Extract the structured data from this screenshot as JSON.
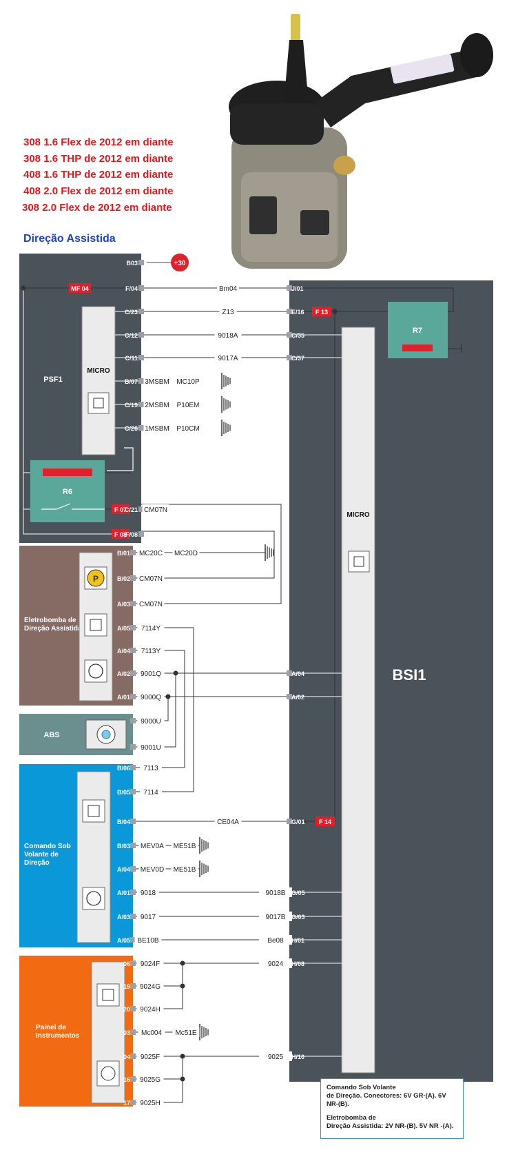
{
  "titles": [
    "308 1.6 Flex de 2012 em diante",
    "308 1.6 THP de 2012 em diante",
    "408 1.6 THP de 2012 em diante",
    "408 2.0 Flex de 2012 em diante",
    "308 2.0 Flex de 2012 em diante"
  ],
  "section_title": "Direção Assistida",
  "modules": {
    "psf1": "PSF1",
    "psf1_micro": "MICRO",
    "r6": "R6",
    "r7": "R7",
    "bsi_micro": "MICRO",
    "bsi": "BSI1",
    "pump": [
      "Eletrobomba de",
      "Direção Assistida"
    ],
    "abs": "ABS",
    "steering": [
      "Comando Sob",
      "Volante de",
      "Direção"
    ],
    "panel": [
      "Painel de",
      "Instrumentos"
    ]
  },
  "badges": {
    "plus30": "+30",
    "mf04": "MF 04",
    "f13": "F 13",
    "f07": "F 07",
    "f08": "F 08",
    "f14": "F 14"
  },
  "psf1_pins": [
    "B03",
    "F/04",
    "C/23",
    "C/12",
    "C/11",
    "B/07",
    "C/19",
    "C/26",
    "C/21",
    "F/08"
  ],
  "bsi_pins": [
    "J/01",
    "E/16",
    "C/35",
    "C/37",
    "A/04",
    "A/02",
    "G/01",
    "G/05",
    "G/03",
    "H/01",
    "H/08",
    "H/10"
  ],
  "pump_pins": [
    "B/01",
    "B/02",
    "A/03",
    "A/05",
    "A/04",
    "A/02",
    "A/01"
  ],
  "steering_pins": [
    "B/06",
    "B/05",
    "B/04",
    "B/03",
    "A/04",
    "A/01",
    "A/03",
    "A/05"
  ],
  "panel_pins": [
    "06",
    "19",
    "20",
    "03",
    "04",
    "16",
    "17"
  ],
  "wires": [
    "Bm04",
    "Z13",
    "9018A",
    "9017A",
    "3MSBM",
    "MC10P",
    "2MSBM",
    "P10EM",
    "1MSBM",
    "P10CM",
    "CM07N",
    "MC20C",
    "MC20D",
    "CM07N",
    "CM07N",
    "7114Y",
    "7113Y",
    "9001Q",
    "9000Q",
    "9000U",
    "9001U",
    "7113",
    "7114",
    "CE04A",
    "MEV0A",
    "ME51B",
    "MEV0D",
    "ME51B",
    "9018",
    "9018B",
    "9017",
    "9017B",
    "BE10B",
    "Be08",
    "9024F",
    "9024",
    "9024G",
    "9024H",
    "Mc004",
    "Mc51E",
    "9025F",
    "9025",
    "9025G",
    "9025H"
  ],
  "note": {
    "lines": [
      "Comando Sob Volante",
      "de Direção. Conectores: 6V GR-(A). 6V NR-(B).",
      "Eletrobomba de",
      "Direção Assistida: 2V NR-(B). 5V NR -(A)."
    ]
  }
}
